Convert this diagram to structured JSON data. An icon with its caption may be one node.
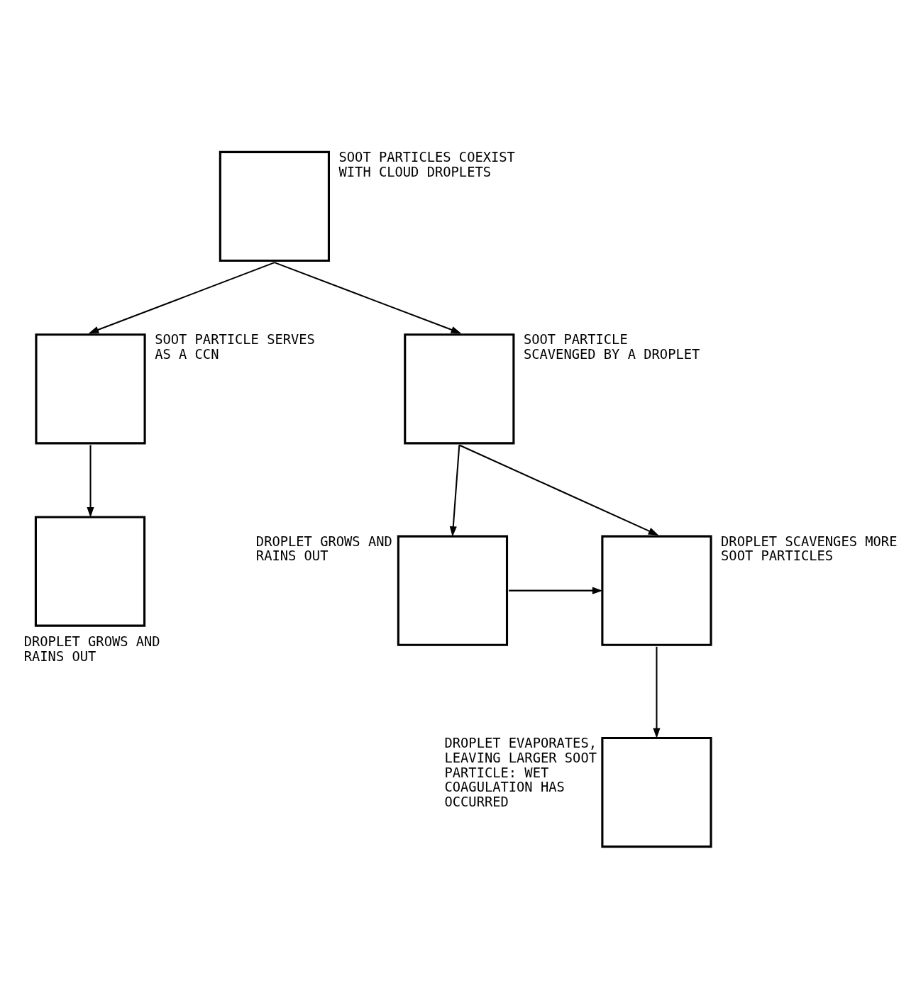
{
  "diagram": {
    "nodes": [
      {
        "text": [],
        "shape": "box",
        "beside": [
          "SOOT PARTICLES COEXIST WITH CLOUD DROPLETS"
        ]
      },
      {
        "text": [],
        "shape": "box",
        "beside": [
          "SOOT PARTICLE SERVES AS A CCN"
        ]
      },
      {
        "text": [],
        "shape": "box",
        "beside": [
          "SOOT PARTICLE SCAVENGED BY A DROPLET"
        ]
      },
      {
        "text": [],
        "shape": "box",
        "beside": [
          "DROPLET GROWS AND RAINS OUT"
        ]
      },
      {
        "text": [],
        "shape": "box",
        "beside": [
          "DROPLET GROWS AND RAINS OUT"
        ]
      },
      {
        "text": [],
        "shape": "box",
        "beside": [
          "DROPLET SCAVENGES MORE SOOT PARTICLES"
        ]
      },
      {
        "text": [],
        "shape": "box",
        "beside": [
          "DROPLET EVAPORATES, LEAVING LARGER SOOT PARTICLE: WET COAGULATION HAS OCCURRED"
        ]
      }
    ],
    "edges": [
      {
        "from": 0,
        "to": 1,
        "arrow": "to"
      },
      {
        "from": 0,
        "to": 2,
        "arrow": "to"
      },
      {
        "from": 1,
        "to": 3,
        "arrow": "to"
      },
      {
        "from": 2,
        "to": 4,
        "arrow": "to"
      },
      {
        "from": 2,
        "to": 5,
        "arrow": "to"
      },
      {
        "from": 4,
        "to": 5,
        "arrow": "to"
      },
      {
        "from": 5,
        "to": 6,
        "arrow": "to"
      }
    ]
  }
}
